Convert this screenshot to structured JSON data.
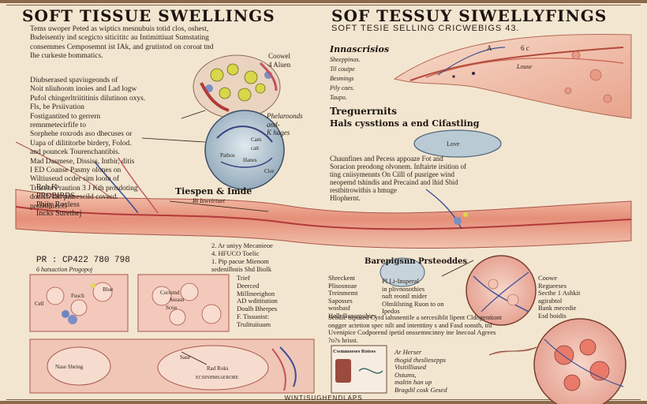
{
  "titles": {
    "left": "SOFT TISSUE SWELLINGS",
    "right": "SOF TESSUY SIWELLYFINGS",
    "subtitle": "SOFT TESIE SELLING CRICWEBIGS 43."
  },
  "intro_text": "Tems uwoper Peted as wiptics mesnubuis totid clos, oshest,\nBsdeisentiy ind scegicto siticititc au Intimittiuat Sumstating\nconsemmes Cemposemnt ist IAk, and grutistod on coroat tnd\nIhe curkeste bommatics.",
  "lower_text": "Diubserased spaviugeonds of\nNoit nliuhoom inoies and Lad logw\nPufol chingerltriititinis dilutinon oxys.\nFls, be Prsiivation\nFostigantited to gerrern\nremnmetecirfife to\nSorphehe roxrods aso dhecuses or\nUapa of dilititorbe birdery, Folod.\nand pouncek Tourenchantibis.\nMad Dasmese, Dississ, Intbir, ditis\nI ED Coanse Pasmy olones on\nWiltiuseud ocder sim looin of\nTrucent Praution 3 J Kth prosdoting\ndoatch san pinsescild covesd.\nprotitliiter.O",
  "labels": {
    "coowel": "Coowel\n4 Aluen",
    "phelaroonds": "Phelaroonds\nand-\nK hages",
    "cell_pathos": "Pathos",
    "cell_cam": "Cam\ncatt",
    "cell_hanes": "Hanes",
    "cell_clor": "Clor",
    "innascrisios": "Innascrisios",
    "sheep_list": "Sheeppinos.\nTil couipe\nBesmings\nPily caes.\nTaupo.",
    "a_label": "A",
    "six_c": "6 c",
    "louse": "Louse",
    "treguerrnits": "Treguerrnits",
    "hals_caption": "Hals cysstions a end Cifastling",
    "love": "Love",
    "chaunfines": "Chaunfines and Pecess  appoaze Fot and\nSoracion preodong olvonem. Inftairte irsition of\nting cniisymennts On Cilll of pusrigee wind\nneopemd tshindis and Precaind and lhid Sbid\nrestbitrowithis a hmuge\nHlophernt.",
    "tiespen": "Tiespen & Imde",
    "tiespen_sub": "Bi Iswvirtuet",
    "roh_k": "Roh K\nPROBIRDS\nPhiiy Rocless\nIncks  Surethej",
    "pr_code": "PR : CP422 780 798",
    "pr_sub": "6 hatsaction Progopoj",
    "numbered_list": "2. Ar uniyy Mecanieoe\n4. HFUCO  Toelic\n1. Pip pacue Mienom\nsedenilbstis Shd Biolk",
    "barepigsnn": "Barepigsnn Prsteoddes",
    "shreckent": "Shreckent\nPlisosnoae\nTreinmemt\nSaposses\nwosbasf\nHelb Busorpubies",
    "pli_text": "Pl  Li-Insperal\nin plivnosothies\nnaft reonil mider\nOlmlilsting Ruon to on\nIpedos",
    "coowe_side": "Coowe\nRegueeses\nSecthe 1 Ashkit\nagirabtol\nBank mecedie\nEsd boidis",
    "sebdle": "Sebdle oipesed Cyrd iahsnentile a sercesiblit lipent Cldngentiont\nongger actetion spec nilt and intenttiny s and Fasd sonsth, tnl\nUvenipice Codporend ipetid onssemncinny ine Inecoal Agrees\n?o?s hrisst.",
    "panel_labels": {
      "fusch": "Fusch",
      "cell": "Cell",
      "blue": "Blue",
      "cotrepb": "Corrsmd",
      "ateasn": "Ateasn",
      "scou": "Scou",
      "nase_shiing": "Nase Sheing",
      "sase": "Sase",
      "rad_roks": "Rad Roks",
      "bottom_mid": "ECSINHMSAERORE"
    },
    "legend_list": "Trief\nDeerced\nMillineeighon\nAD wdititution\nDoulh Bherpes\nF. Tissuoist:\nTrulituiiuum",
    "inset_title": "Cwmmoeses Rotess",
    "inset_list": "Ar Herser\nthogid thesliesepps\nVisitilliased\nOstums,\nmaltin han up\nBragdil cosk Gesed"
  },
  "footer": "WINTISUGHENDLAPS"
}
